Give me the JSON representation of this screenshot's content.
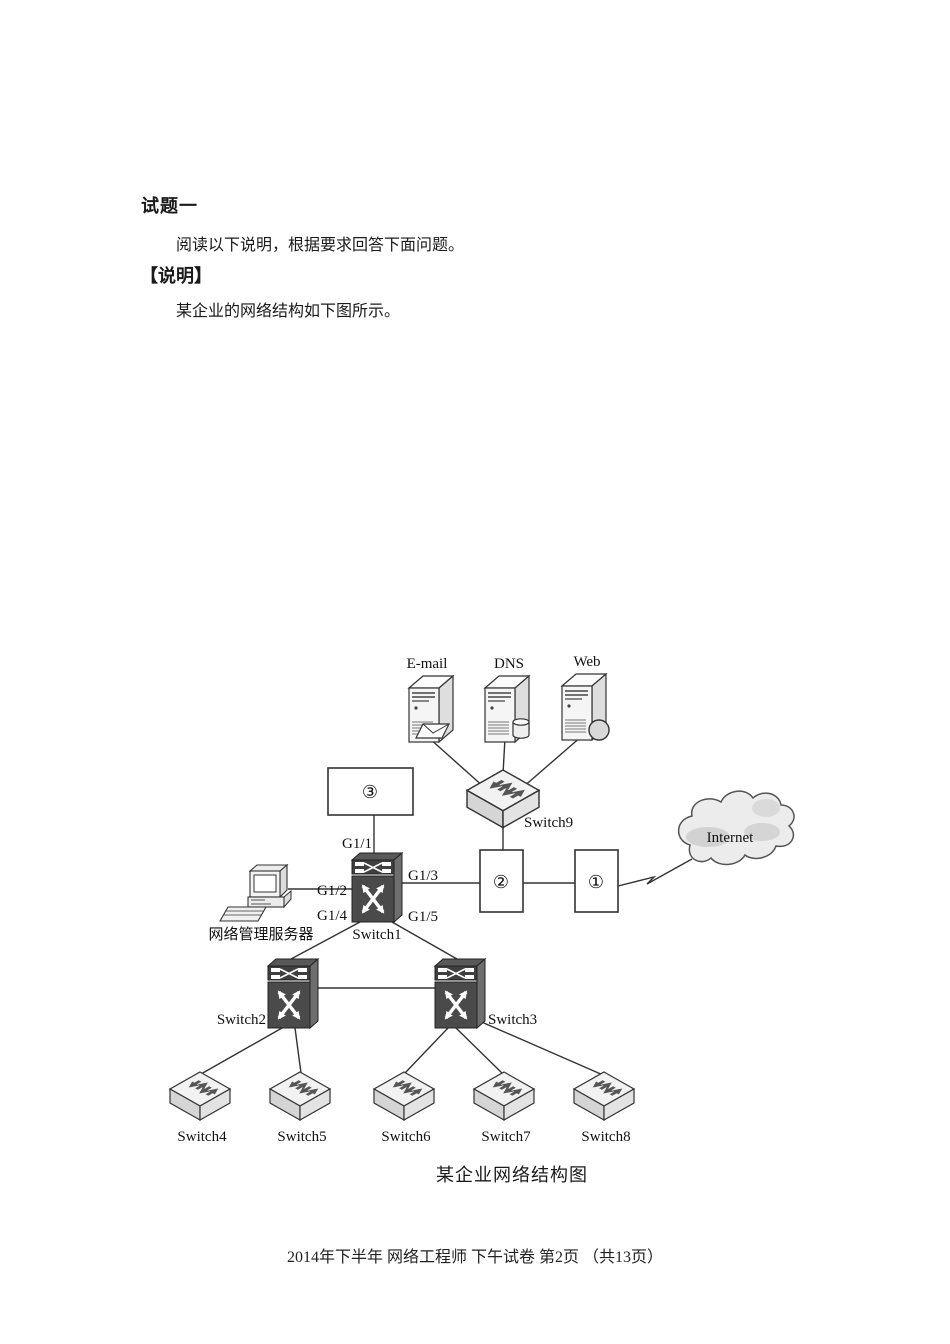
{
  "page": {
    "question_title": "试题一",
    "instruction": "阅读以下说明，根据要求回答下面问题。",
    "section_label": "【说明】",
    "description": "某企业的网络结构如下图所示。",
    "footer": "2014年下半年 网络工程师 下午试卷 第2页 （共13页）"
  },
  "diagram": {
    "caption": "某企业网络结构图",
    "servers": {
      "email": "E-mail",
      "dns": "DNS",
      "web": "Web"
    },
    "cloud_label": "Internet",
    "management_server_label": "网络管理服务器",
    "boxes": {
      "box1": "①",
      "box2": "②",
      "box3": "③"
    },
    "ports": {
      "g1_1": "G1/1",
      "g1_2": "G1/2",
      "g1_3": "G1/3",
      "g1_4": "G1/4",
      "g1_5": "G1/5"
    },
    "switches": {
      "switch1": "Switch1",
      "switch2": "Switch2",
      "switch3": "Switch3",
      "switch4": "Switch4",
      "switch5": "Switch5",
      "switch6": "Switch6",
      "switch7": "Switch7",
      "switch8": "Switch8",
      "switch9": "Switch9"
    }
  },
  "colors": {
    "line": "#333333",
    "dark_switch": "#4a4a4a",
    "light_device": "#f2f2f2",
    "cloud_fill": "#ececec"
  }
}
